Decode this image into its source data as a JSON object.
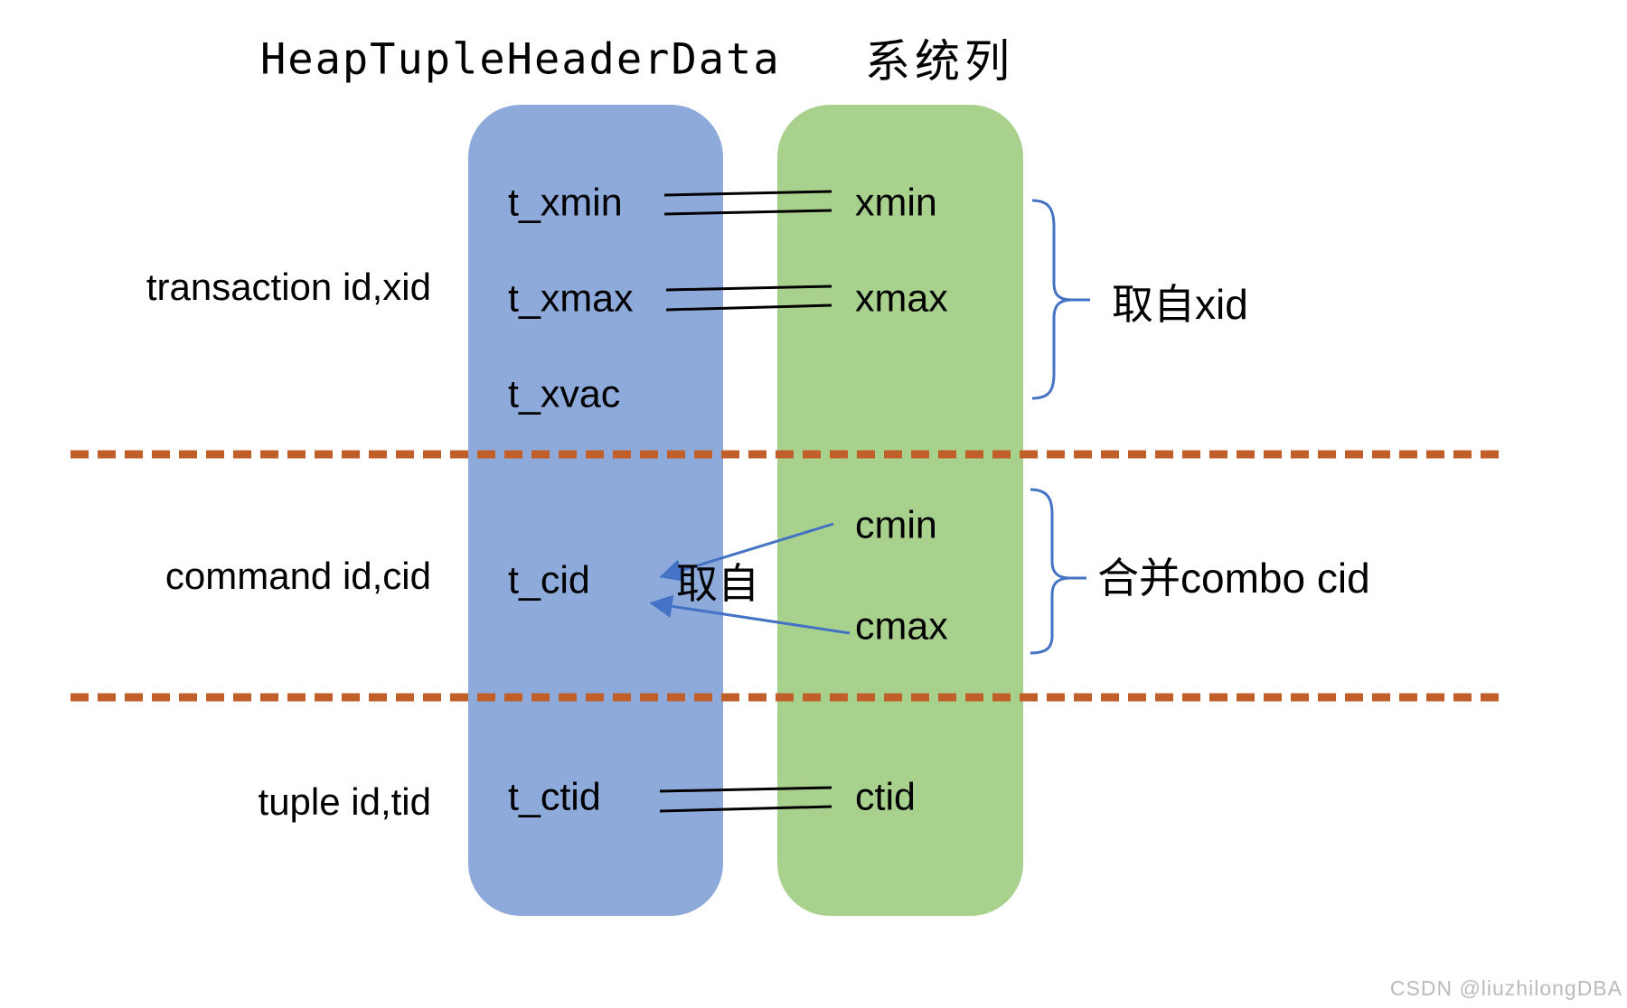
{
  "titles": {
    "heap": "HeapTupleHeaderData",
    "system": "系统列"
  },
  "left_labels": {
    "transaction": "transaction id,xid",
    "command": "command id,cid",
    "tuple": "tuple id,tid"
  },
  "heap_fields": [
    "t_xmin",
    "t_xmax",
    "t_xvac",
    "t_cid",
    "t_ctid"
  ],
  "system_fields": [
    "xmin",
    "xmax",
    "cmin",
    "cmax",
    "ctid"
  ],
  "annotations": {
    "taken_from_xid": "取自xid",
    "merge_combo_cid": "合并combo cid",
    "taken_from": "取自"
  },
  "watermark": "CSDN @liuzhilongDBA",
  "colors": {
    "heap_column": "#8EAADB",
    "system_column": "#A9D18E",
    "divider_dash": "#C15F2B",
    "connector_blue": "#4472C4",
    "equals_line": "#000000",
    "watermark_gray": "#BABBBD"
  }
}
